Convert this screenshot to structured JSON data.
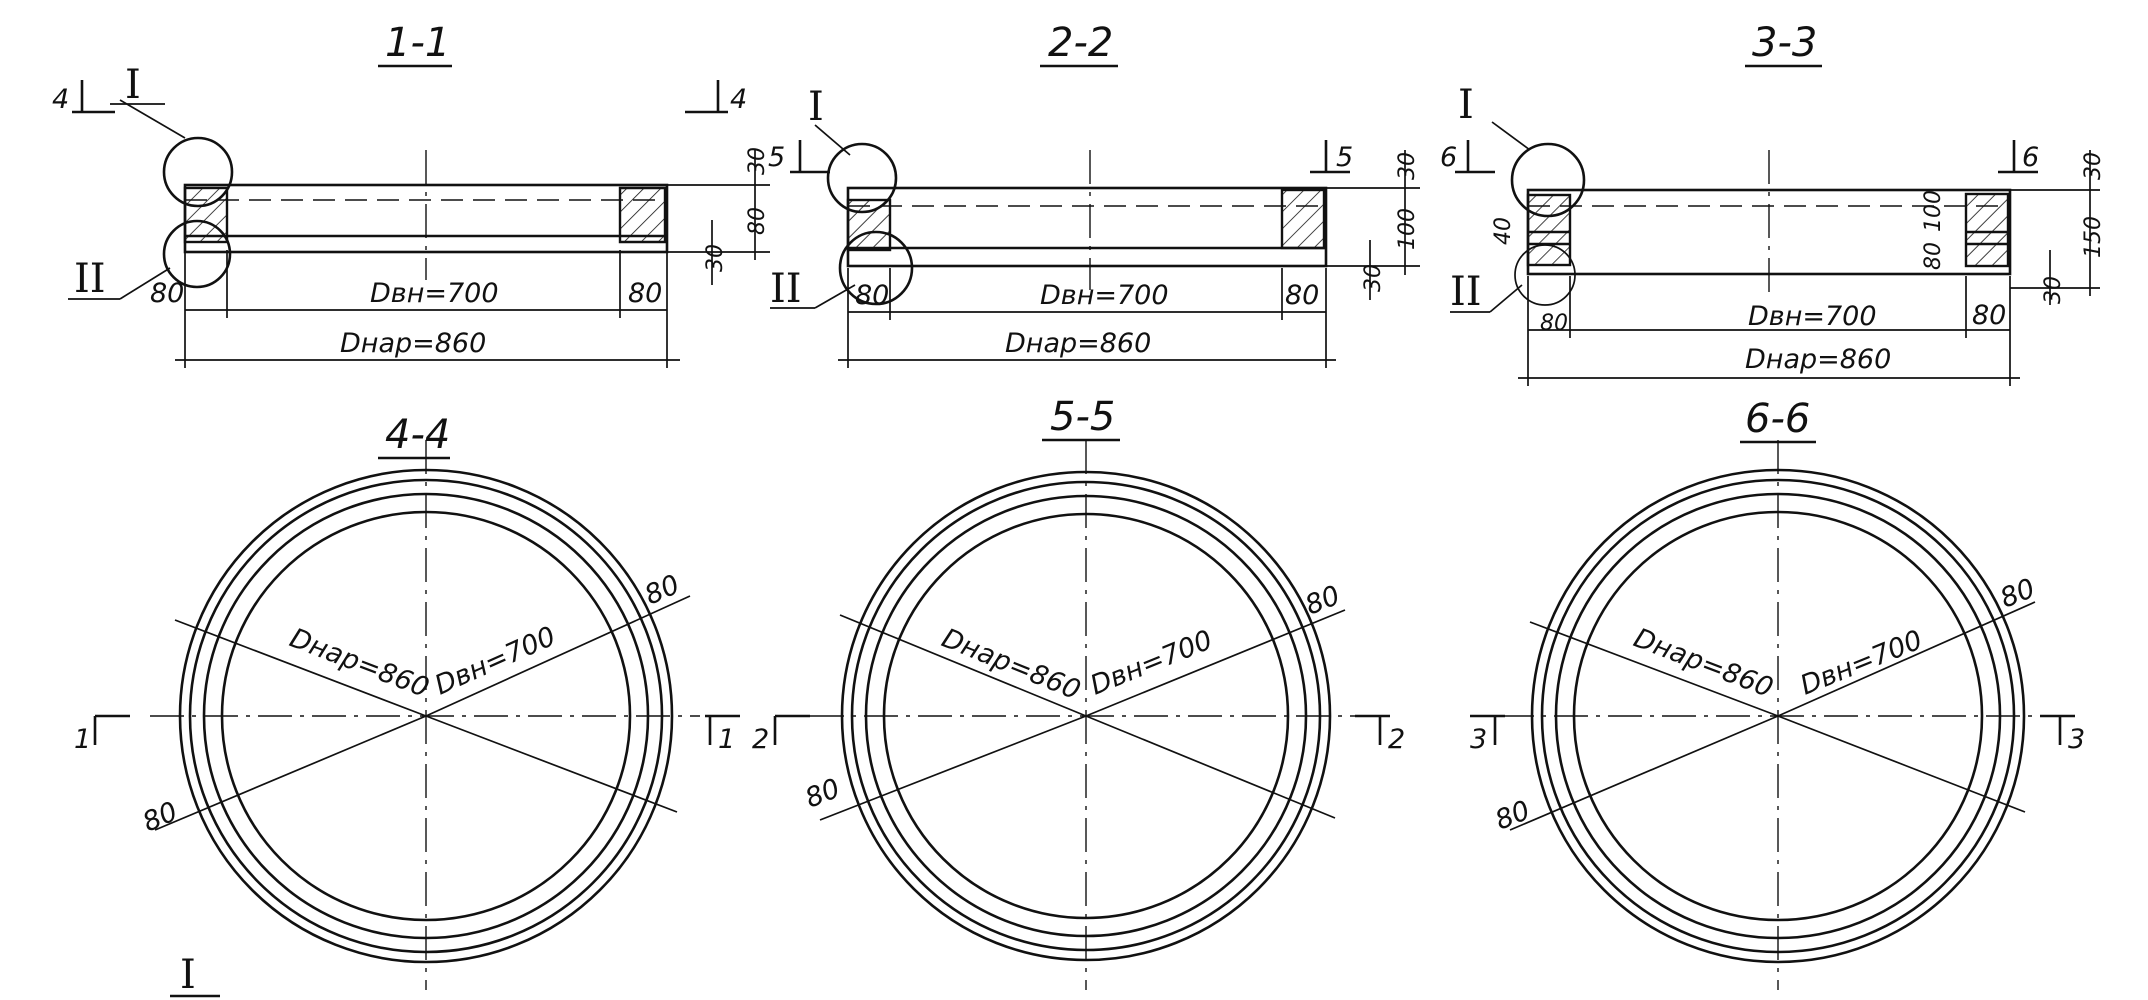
{
  "sections": {
    "s1": {
      "title": "1-1",
      "d_inner": "Dвн=700",
      "d_outer": "Dнар=860",
      "w_left": "80",
      "w_right": "80",
      "h_top": "30",
      "h_mid": "80",
      "h_bot": "30",
      "mark": "4",
      "call_1": "I",
      "call_2": "II"
    },
    "s2": {
      "title": "2-2",
      "d_inner": "Dвн=700",
      "d_outer": "Dнар=860",
      "w_left": "80",
      "w_right": "80",
      "h_top": "30",
      "h_mid": "100",
      "h_bot": "30",
      "mark": "5",
      "call_1": "I",
      "call_2": "II"
    },
    "s3": {
      "title": "3-3",
      "d_inner": "Dвн=700",
      "d_outer": "Dнар=860",
      "w_left": "80",
      "w_right": "80",
      "h_top": "30",
      "h_mid": "100",
      "h_total": "150",
      "h_bot": "30",
      "h_slot": "40",
      "h_slot2": "80",
      "mark": "6",
      "call_1": "I",
      "call_2": "II"
    }
  },
  "plans": {
    "p4": {
      "title": "4-4",
      "d_outer": "Dнар=860",
      "d_inner": "Dвн=700",
      "w1": "80",
      "w2": "80",
      "cut": "1"
    },
    "p5": {
      "title": "5-5",
      "d_outer": "Dнар=860",
      "d_inner": "Dвн=700",
      "w1": "80",
      "w2": "80",
      "cut": "2"
    },
    "p6": {
      "title": "6-6",
      "d_outer": "Dнар=860",
      "d_inner": "Dвн=700",
      "w1": "80",
      "w2": "80",
      "cut": "3"
    }
  },
  "footer": {
    "detail_label": "I"
  }
}
